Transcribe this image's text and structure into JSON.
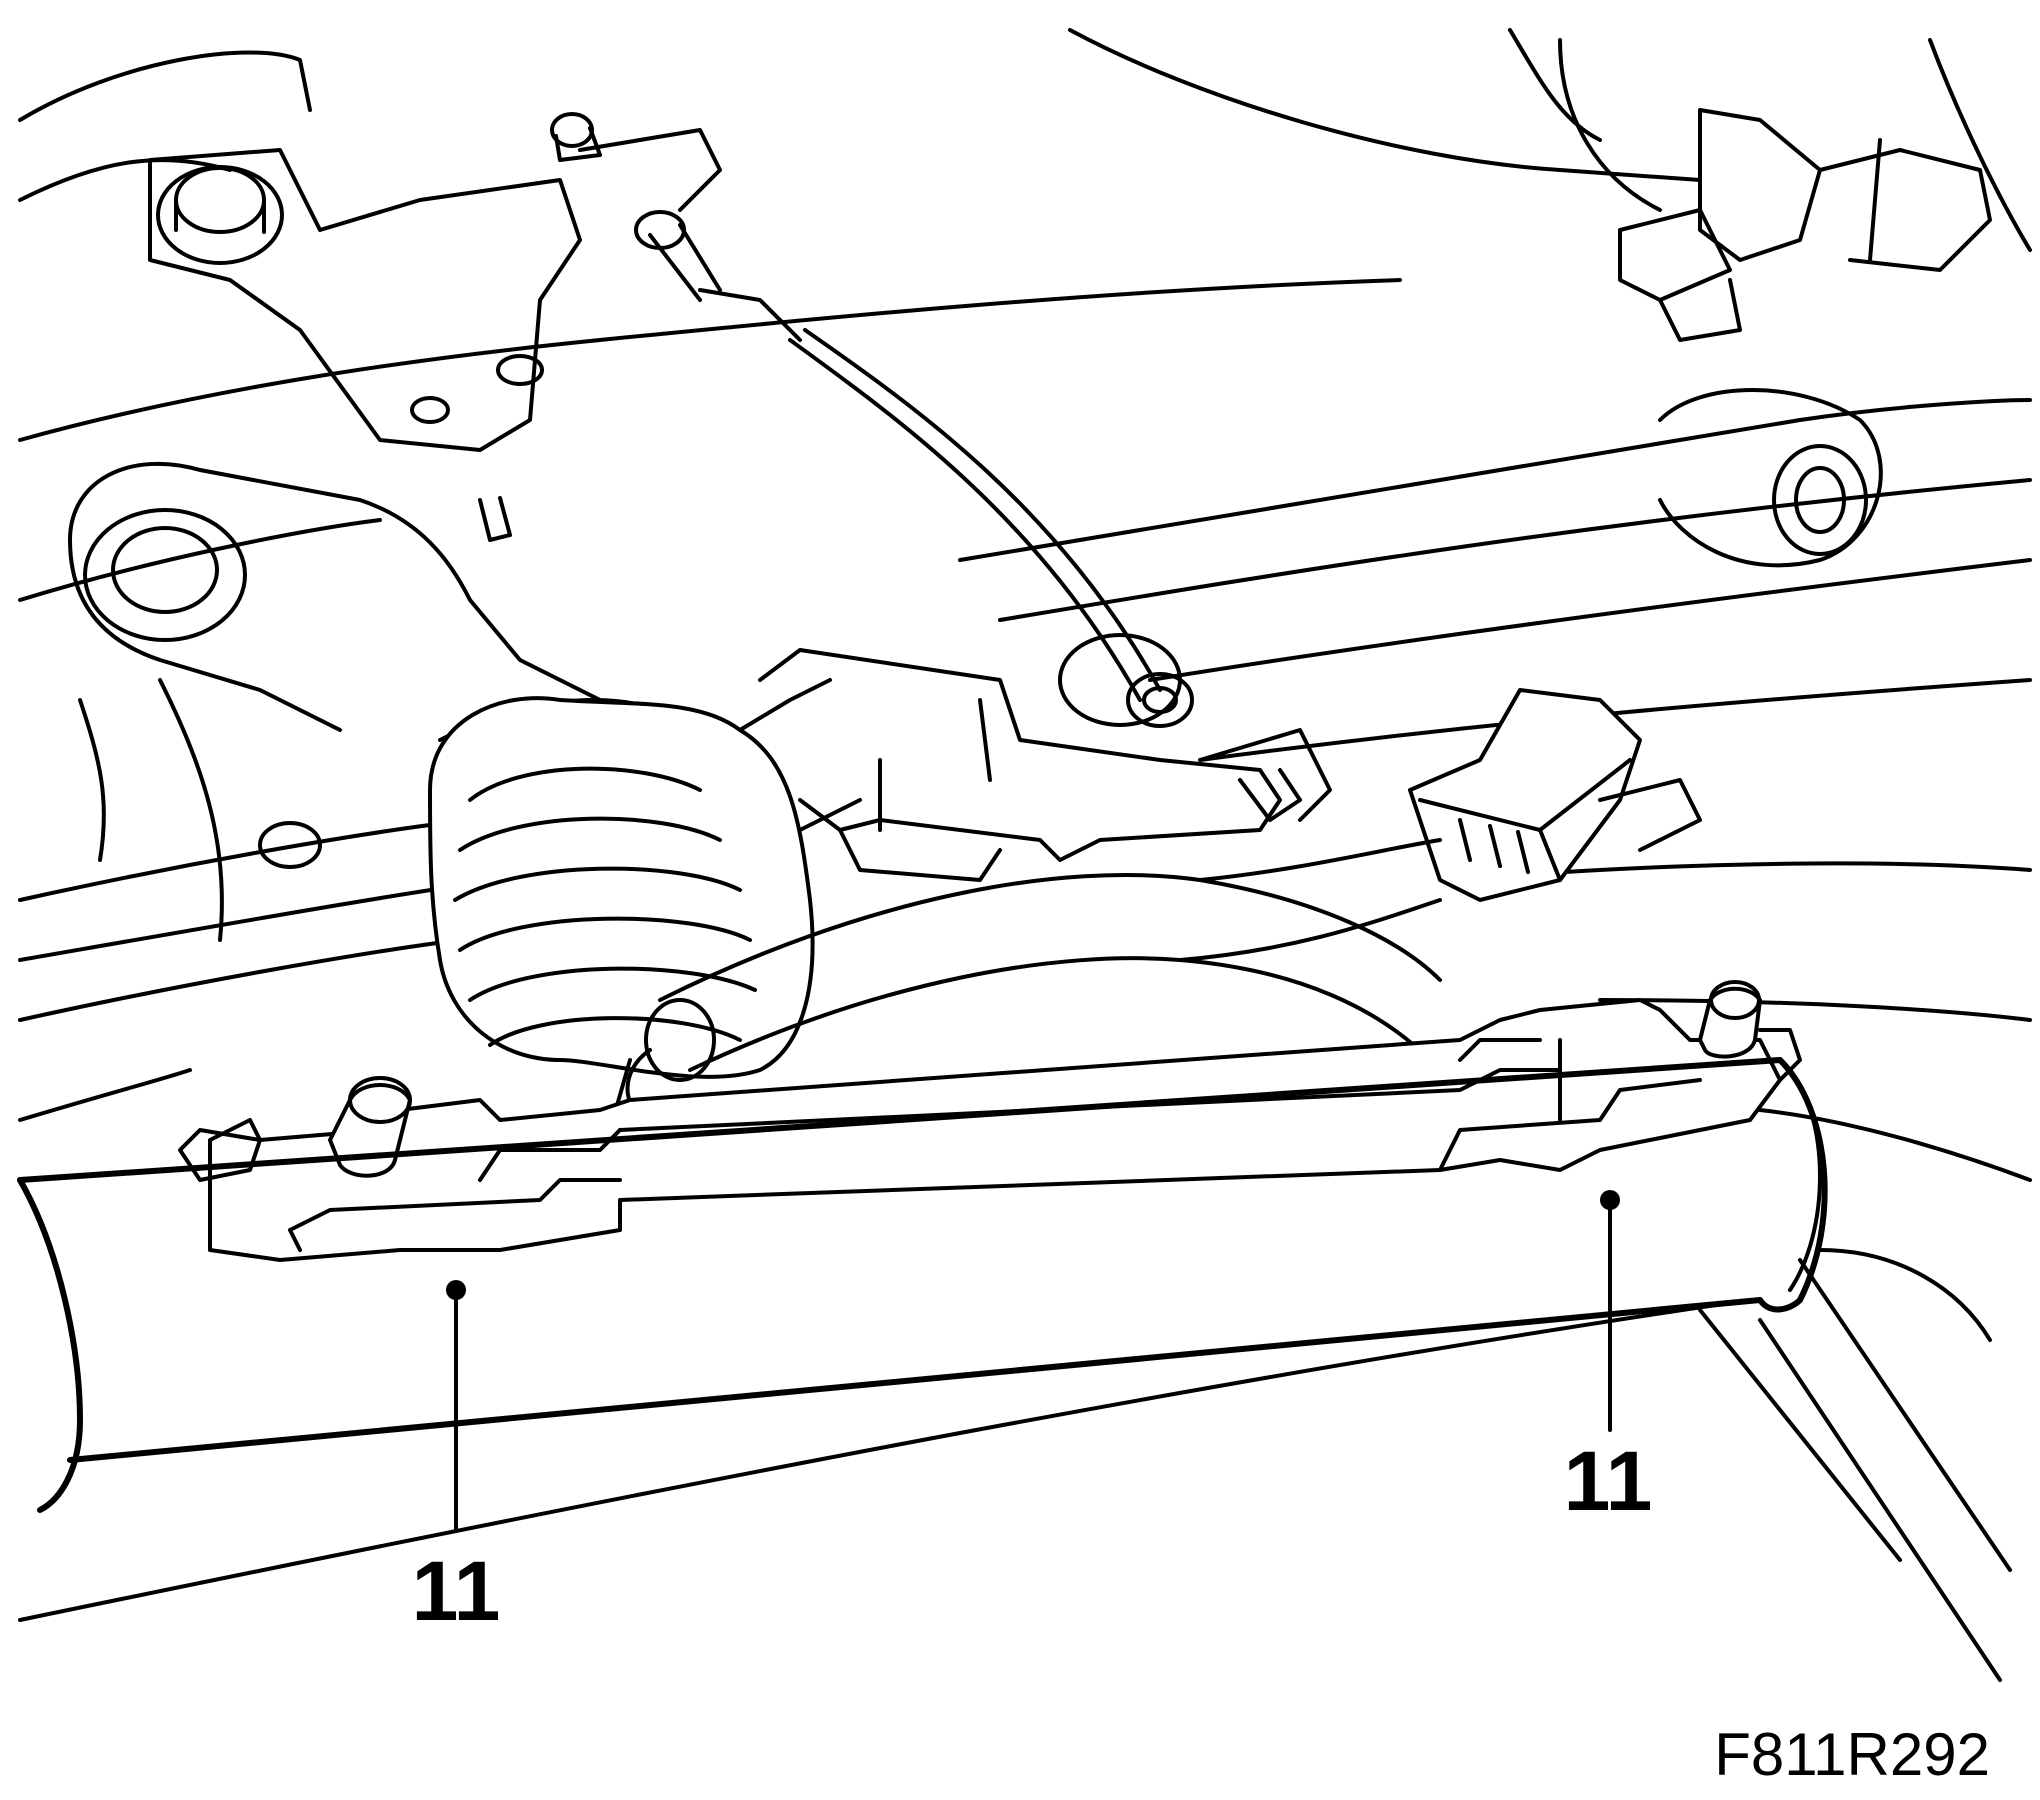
{
  "figure": {
    "callouts": [
      {
        "id": "left",
        "label": "11"
      },
      {
        "id": "right",
        "label": "11"
      }
    ],
    "figure_code": "F811R292"
  }
}
